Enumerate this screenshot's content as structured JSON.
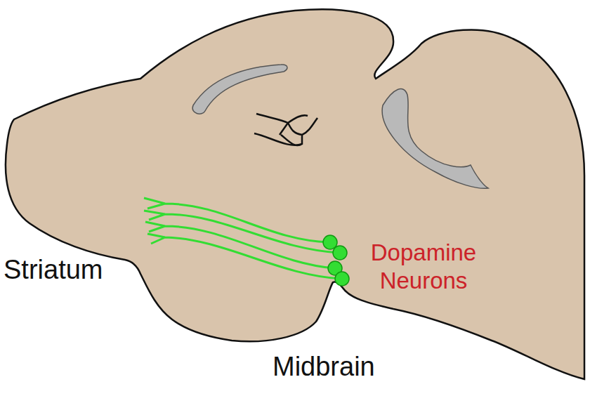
{
  "diagram": {
    "labels": [
      "Striatum",
      "Dopamine Neurons",
      "Midbrain"
    ]
  }
}
